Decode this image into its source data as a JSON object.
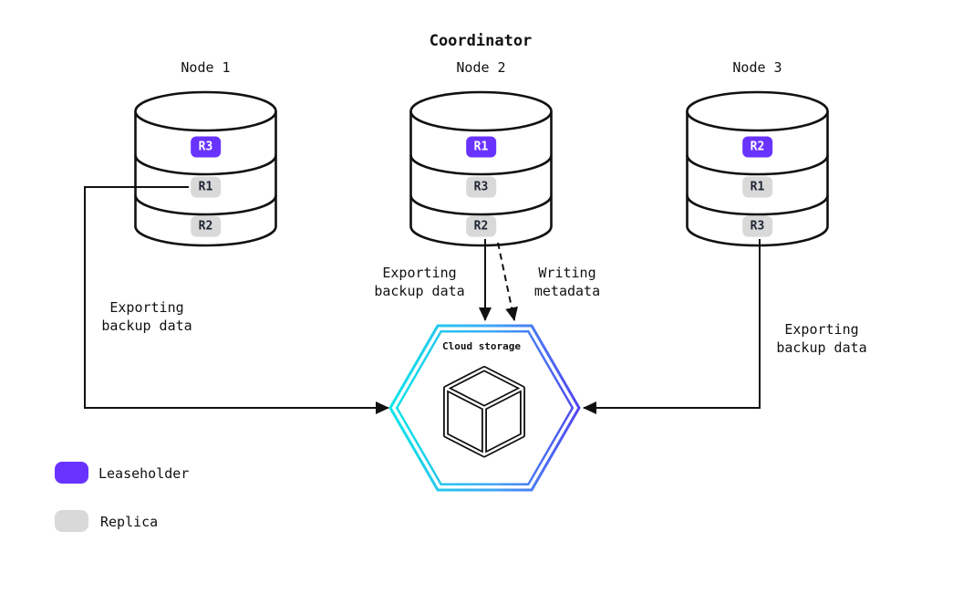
{
  "title": "Coordinator",
  "nodes": [
    {
      "label": "Node 1",
      "replicas": [
        {
          "label": "R3",
          "role": "leaseholder"
        },
        {
          "label": "R1",
          "role": "replica"
        },
        {
          "label": "R2",
          "role": "replica"
        }
      ]
    },
    {
      "label": "Node 2",
      "replicas": [
        {
          "label": "R1",
          "role": "leaseholder"
        },
        {
          "label": "R3",
          "role": "replica"
        },
        {
          "label": "R2",
          "role": "replica"
        }
      ]
    },
    {
      "label": "Node 3",
      "replicas": [
        {
          "label": "R2",
          "role": "leaseholder"
        },
        {
          "label": "R1",
          "role": "replica"
        },
        {
          "label": "R3",
          "role": "replica"
        }
      ]
    }
  ],
  "cloud_storage": {
    "label": "Cloud storage",
    "icon": "cube-icon"
  },
  "edges": [
    {
      "label": "Exporting backup data",
      "lines": [
        "Exporting",
        "backup data"
      ],
      "style": "solid"
    },
    {
      "label": "Exporting backup data",
      "lines": [
        "Exporting",
        "backup data"
      ],
      "style": "solid"
    },
    {
      "label": "Writing metadata",
      "lines": [
        "Writing",
        "metadata"
      ],
      "style": "dashed"
    },
    {
      "label": "Exporting backup data",
      "lines": [
        "Exporting",
        "backup data"
      ],
      "style": "solid"
    }
  ],
  "legend": [
    {
      "label": "Leaseholder",
      "color": "#6933FF"
    },
    {
      "label": "Replica",
      "color": "#D9D9D9"
    }
  ],
  "colors": {
    "leaseholder": "#6933FF",
    "replica_bg": "#D9D9D9",
    "hex_gradient_start": "#0AE6E6",
    "hex_gradient_mid": "#41A6F5",
    "hex_gradient_end": "#5246F0"
  }
}
